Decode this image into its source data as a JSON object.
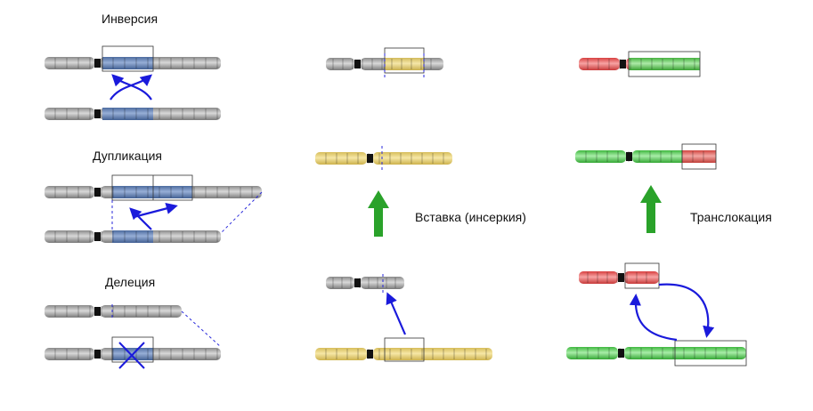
{
  "panels": {
    "inversion": {
      "label": "Инверсия"
    },
    "duplication": {
      "label": "Дупликация"
    },
    "deletion": {
      "label": "Делеция"
    },
    "insertion": {
      "label": "Вставка (инсеркия)"
    },
    "translocation": {
      "label": "Транслокация"
    }
  },
  "colors": {
    "chrom_gray": "#b4b4b4",
    "chrom_yellow": "#eed98a",
    "chrom_green": "#7fd87f",
    "chrom_red": "#ec7070",
    "highlight_blue": "#6f8fc0",
    "arrow_blue": "#1a1adb",
    "arrow_green": "#2aa22a",
    "centromere": "#111111"
  }
}
